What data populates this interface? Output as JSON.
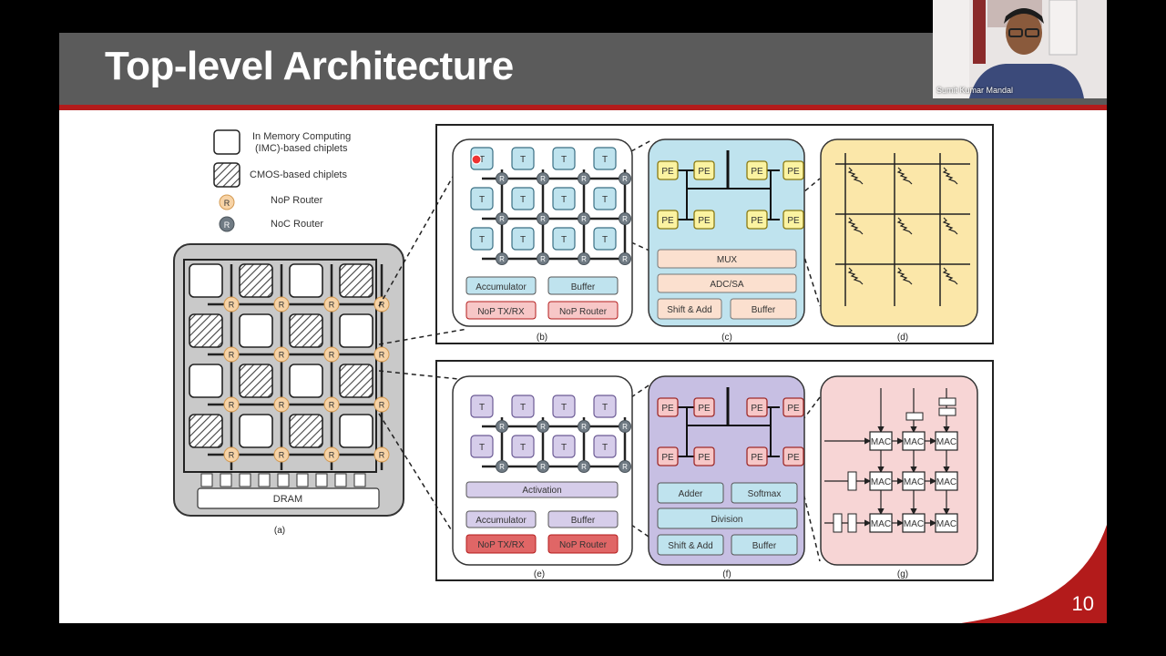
{
  "slide": {
    "title": "Top-level Architecture",
    "page_number": "10"
  },
  "webcam": {
    "name": "Sumit Kumar Mandal"
  },
  "legend": {
    "imc": "In Memory Computing (IMC)-based chiplets",
    "imc_line1": "In Memory Computing",
    "imc_line2": "(IMC)-based chiplets",
    "cmos": "CMOS-based chiplets",
    "nop": "NoP Router",
    "noc": "NoC Router",
    "router_glyph": "R"
  },
  "diagram": {
    "dram": "DRAM",
    "tile": "T",
    "pe": "PE",
    "mac": "MAC",
    "b": {
      "accumulator": "Accumulator",
      "buffer": "Buffer",
      "nop_txrx": "NoP TX/RX",
      "nop_router": "NoP Router"
    },
    "c": {
      "mux": "MUX",
      "adc": "ADC/SA",
      "shift_add": "Shift & Add",
      "buffer": "Buffer"
    },
    "e": {
      "activation": "Activation",
      "accumulator": "Accumulator",
      "buffer": "Buffer",
      "nop_txrx": "NoP TX/RX",
      "nop_router": "NoP Router"
    },
    "f": {
      "adder": "Adder",
      "softmax": "Softmax",
      "division": "Division",
      "shift_add": "Shift & Add",
      "buffer": "Buffer"
    },
    "captions": {
      "a": "(a)",
      "b": "(b)",
      "c": "(c)",
      "d": "(d)",
      "e": "(e)",
      "f": "(f)",
      "g": "(g)"
    }
  },
  "colors": {
    "title_bar": "#5b5b5b",
    "accent_red": "#b31b1b",
    "nop_router": "#f7d3a6",
    "noc_router": "#707b84",
    "blue_tile": "#bfe3ee",
    "purple_tile": "#d6cdea",
    "pe_yellow": "#fbf3a1",
    "pe_red": "#f7c7c7",
    "peach": "#fbe0cf",
    "crossbar_bg": "#fbe7a9",
    "sysarray_bg": "#f7d5d5"
  }
}
